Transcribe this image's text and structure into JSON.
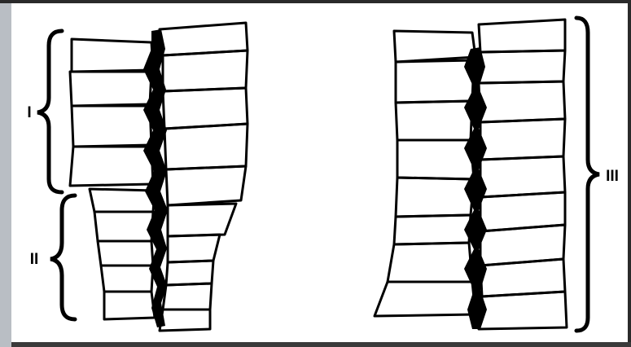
{
  "labels": {
    "group_1": "I",
    "group_2": "II",
    "group_3": "III"
  },
  "colors": {
    "ink": "#000000",
    "paper": "#ffffff",
    "scan_edge": "#b9bec4"
  }
}
